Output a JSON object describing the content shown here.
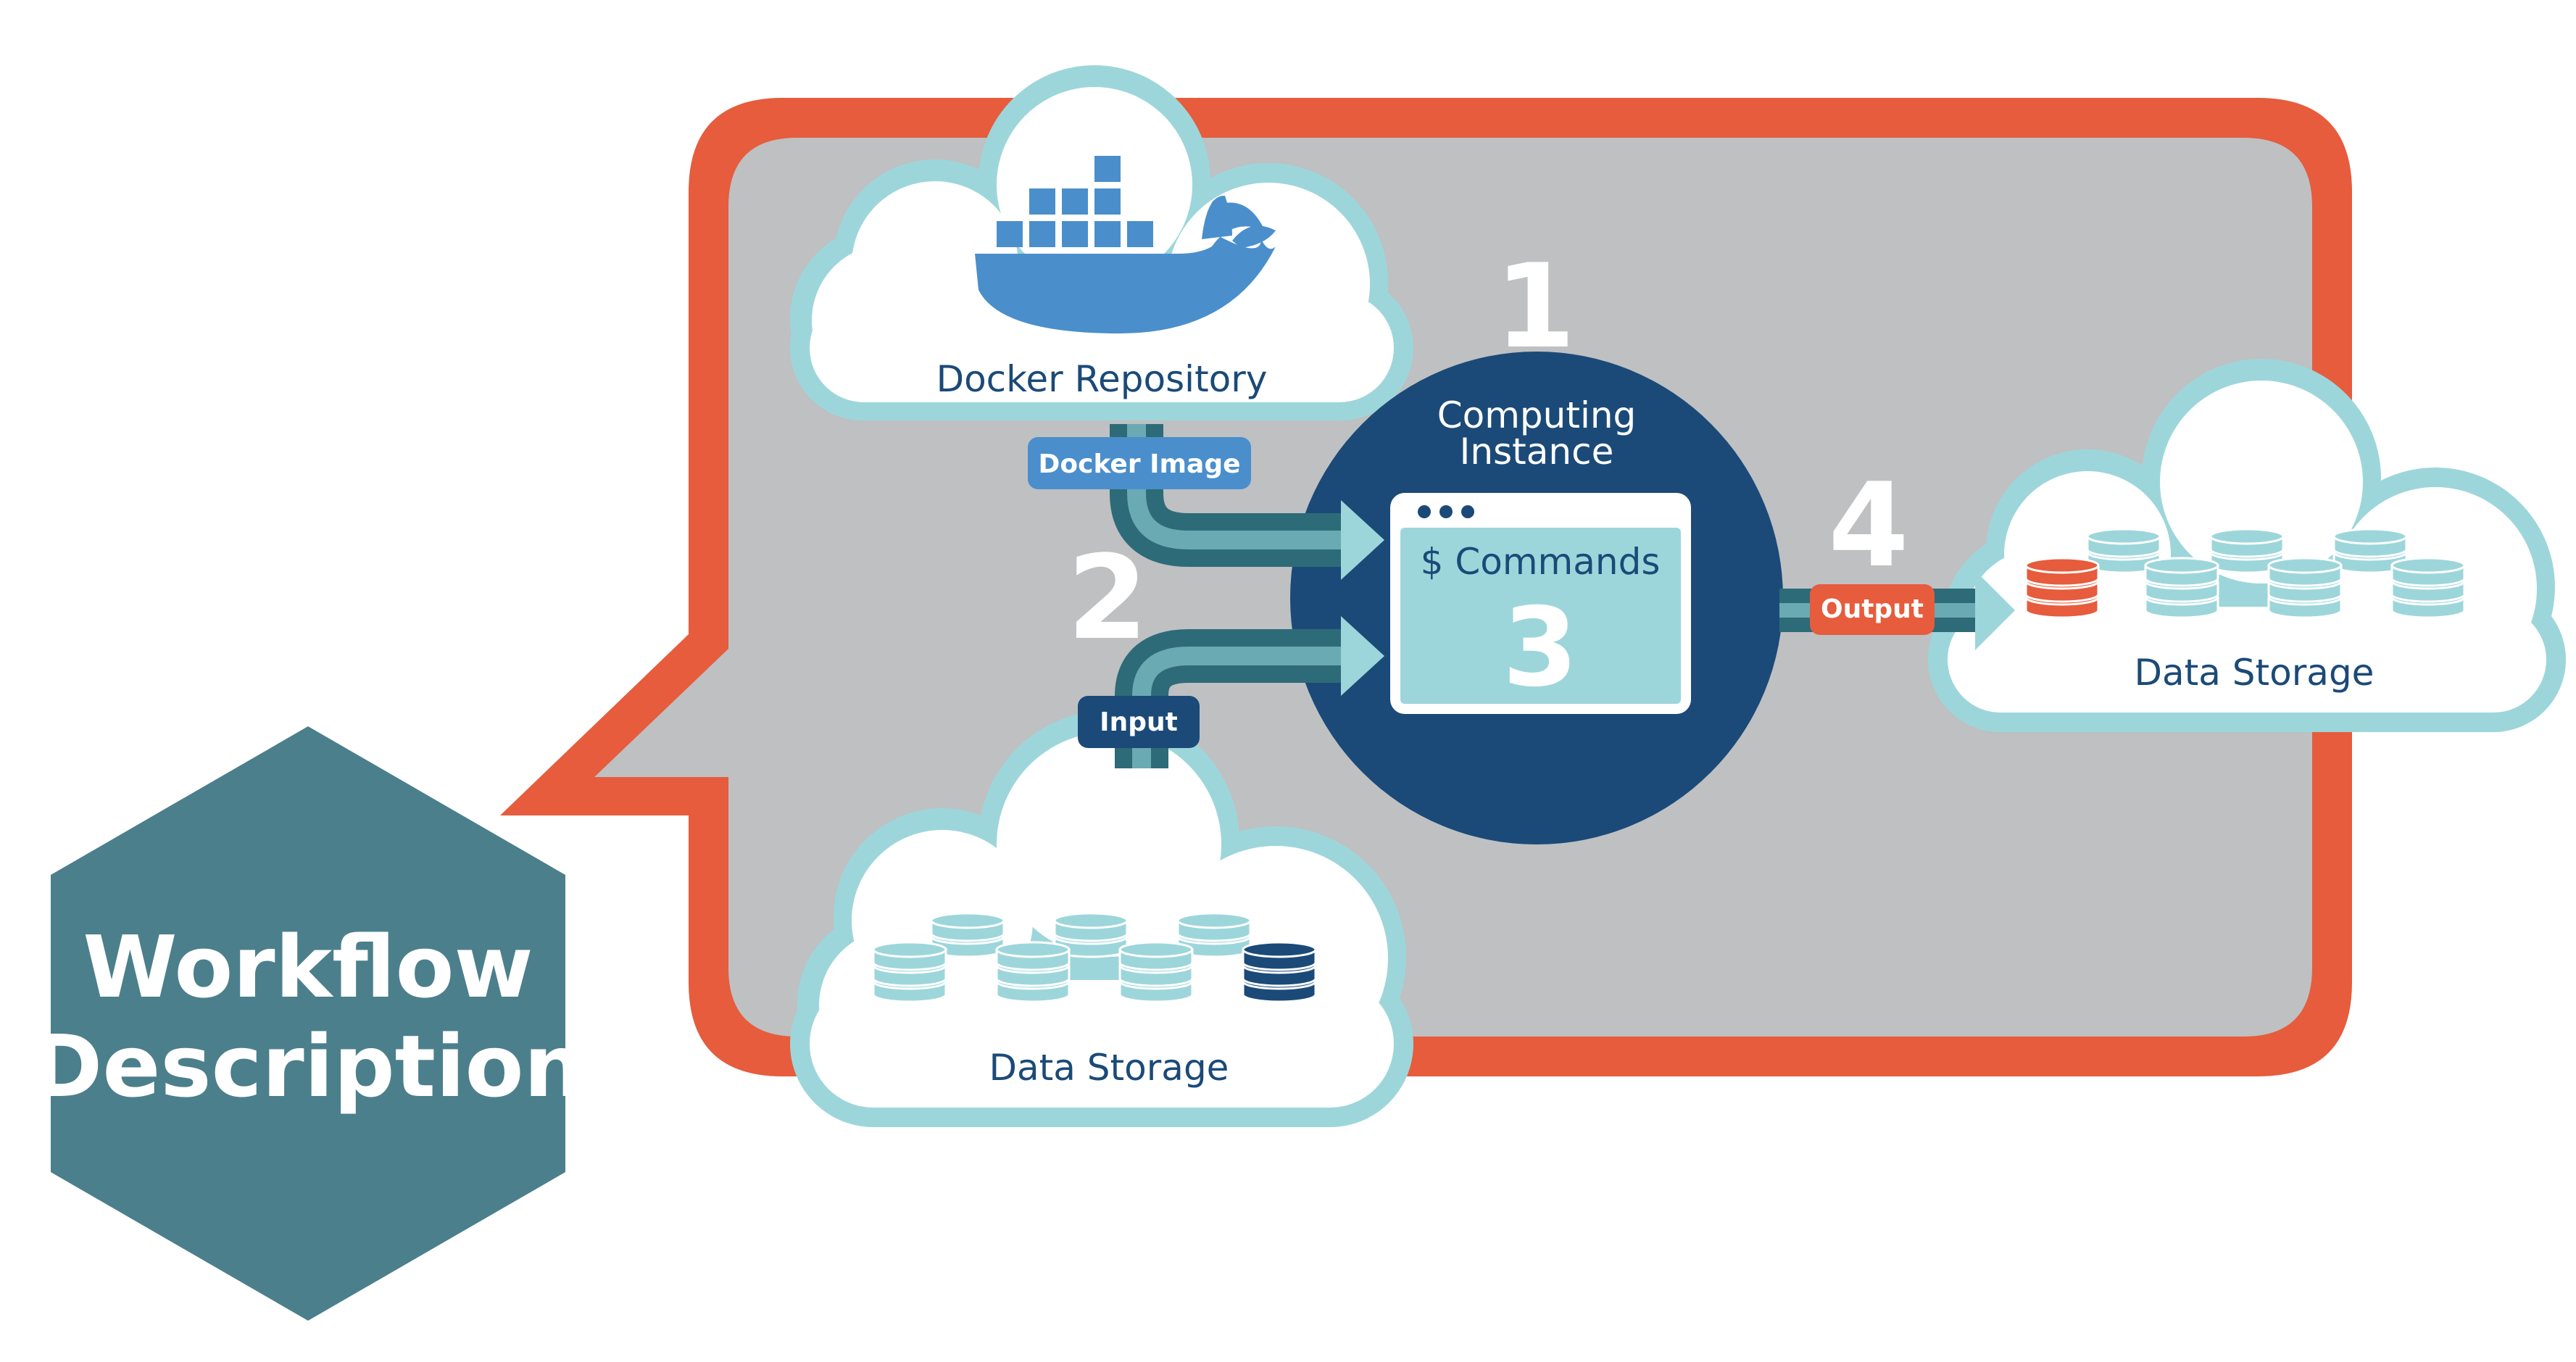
{
  "title": "Workflow Description",
  "title_lines": [
    "Workflow",
    "Description"
  ],
  "steps": [
    "1",
    "2",
    "3",
    "4"
  ],
  "docker_repo": {
    "label": "Docker Repository",
    "icon": "docker-whale-icon"
  },
  "docker_image_label": "Docker Image",
  "input_label": "Input",
  "output_label": "Output",
  "computing_instance": {
    "line1": "Computing",
    "line2": "Instance"
  },
  "terminal": {
    "command": "$ Commands",
    "step": "3",
    "icon": "terminal-window-icon"
  },
  "storage_input": {
    "label": "Data Storage",
    "icon": "database-stack-icon"
  },
  "storage_output": {
    "label": "Data Storage",
    "icon": "database-stack-icon"
  },
  "colors": {
    "accent_orange": "#E65C3C",
    "panel_gray": "#BEC0C2",
    "navy": "#1B4A78",
    "teal_light": "#9DD6DA",
    "docker_blue": "#4A8FCB",
    "hexagon": "#4B7F8C",
    "pipe": "#4B8A96"
  }
}
